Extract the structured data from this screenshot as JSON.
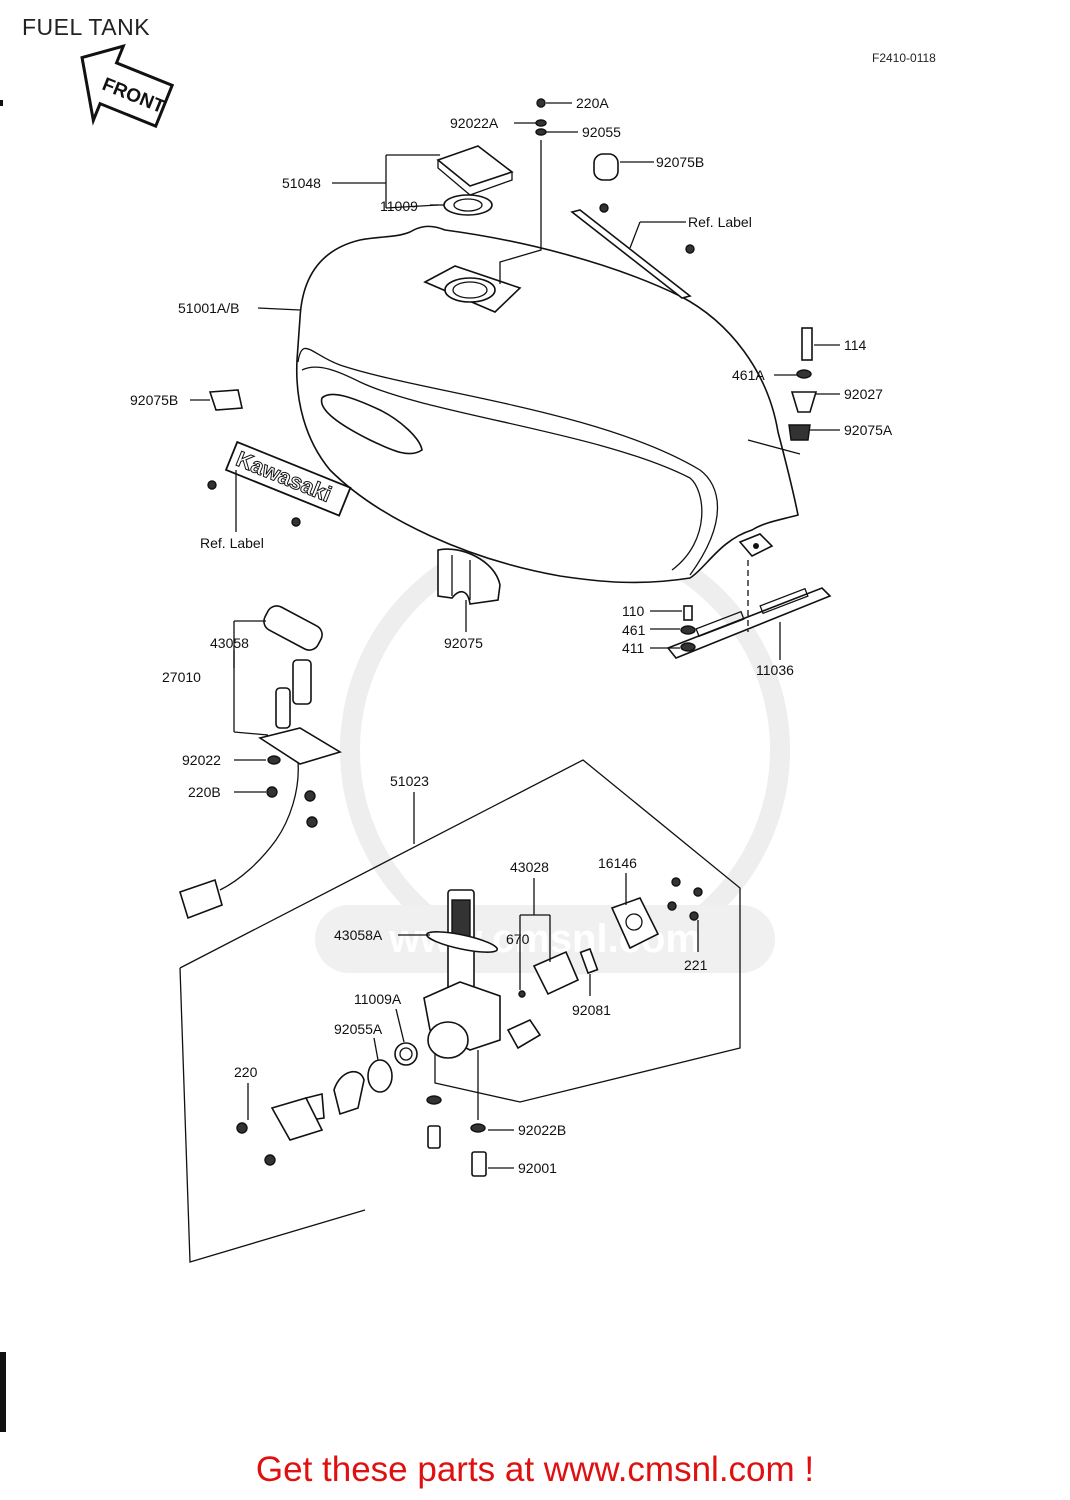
{
  "title": "FUEL TANK",
  "figure_code": "F2410-0118",
  "front_arrow_label": "FRONT",
  "tank_logo_text": "Kawasaki",
  "watermark_url": "www.cmsnl.com",
  "part_labels": {
    "p220A": "220A",
    "p92022A": "92022A",
    "p92055": "92055",
    "p51048": "51048",
    "p11009": "11009",
    "p92075B_top": "92075B",
    "ref_label_top": "Ref. Label",
    "p51001AB": "51001A/B",
    "p114": "114",
    "p461A": "461A",
    "p92027": "92027",
    "p92075A": "92075A",
    "p92075B_left": "92075B",
    "ref_label_left": "Ref. Label",
    "p110": "110",
    "p461": "461",
    "p411": "411",
    "p11036": "11036",
    "p92075": "92075",
    "p43058": "43058",
    "p27010": "27010",
    "p92022": "92022",
    "p220B": "220B",
    "p51023": "51023",
    "p43028": "43028",
    "p16146": "16146",
    "p43058A": "43058A",
    "p670": "670",
    "p221": "221",
    "p11009A": "11009A",
    "p92081": "92081",
    "p92055A": "92055A",
    "p220": "220",
    "p92022B": "92022B",
    "p92001": "92001"
  },
  "banner_text": "Get these parts at www.cmsnl.com !"
}
